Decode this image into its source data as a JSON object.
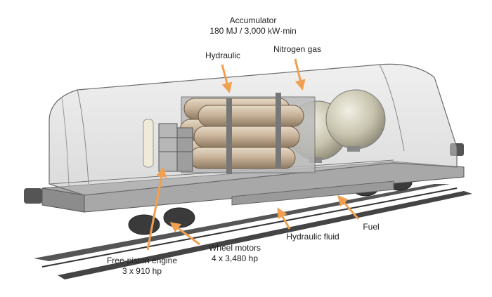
{
  "labels": {
    "accumulator": {
      "title": "Accumulator",
      "detail": "180 MJ / 3,000 kW·min"
    },
    "hydraulic": "Hydraulic",
    "nitrogen_gas": "Nitrogen gas",
    "fuel": "Fuel",
    "hydraulic_fluid": "Hydraulic fluid",
    "wheel_motors": {
      "title": "Wheel motors",
      "detail": "4 x 3,480 hp"
    },
    "free_piston_engine": {
      "title": "Free-piston engine",
      "detail": "3 x 910 hp"
    }
  },
  "colors": {
    "arrow": "#f0a050",
    "body_outline": "#6b6b6b",
    "tank": "#c9b8a0",
    "sphere": "#cdcab8",
    "rail": "#4a4a4a"
  }
}
